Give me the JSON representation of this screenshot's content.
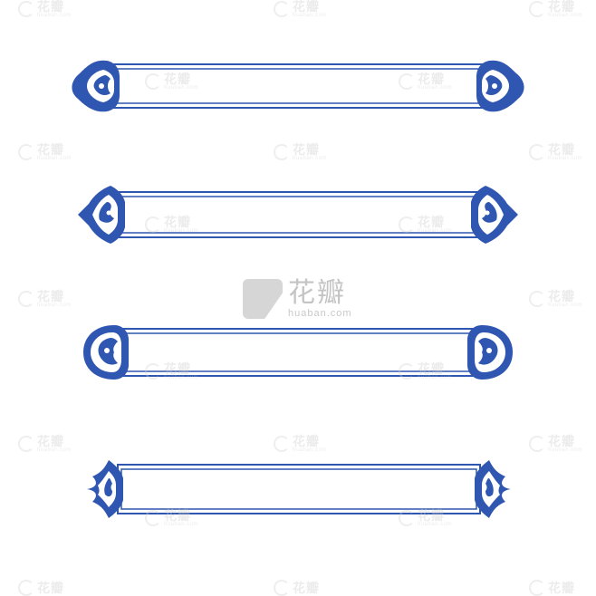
{
  "colors": {
    "border": "#2f56b0",
    "background": "#ffffff",
    "watermark": "#c9c9c9"
  },
  "watermark": {
    "cn": "花瓣",
    "en": "huaban.com"
  },
  "frames": [
    {
      "style": "cloud-ruyi"
    },
    {
      "style": "lotus-point"
    },
    {
      "style": "round-scroll"
    },
    {
      "style": "tulip-petal"
    }
  ]
}
